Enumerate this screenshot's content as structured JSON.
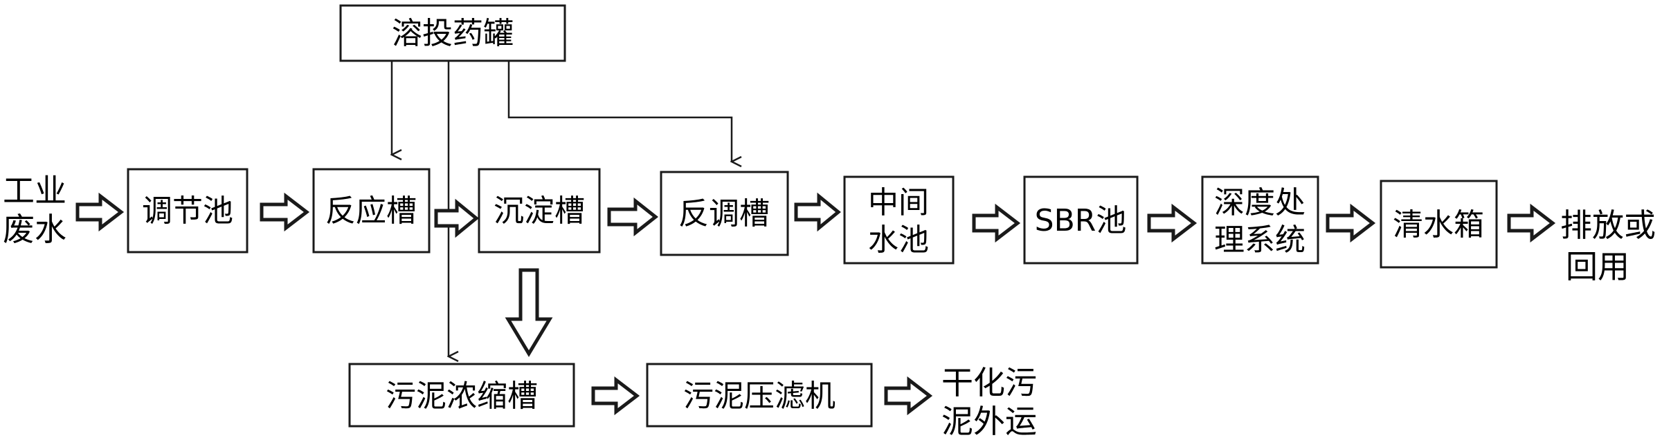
{
  "input": [
    "工业",
    "废水"
  ],
  "dosing_tank": "溶投药罐",
  "process": {
    "regulating_tank": "调节池",
    "reaction_tank": "反应槽",
    "sedimentation_tank": "沉淀槽",
    "readjust_tank": "反调槽",
    "intermediate_pool": [
      "中间",
      "水池"
    ],
    "sbr_tank": "SBR池",
    "advanced_treatment": [
      "深度处",
      "理系统"
    ],
    "clear_water_tank": "清水箱"
  },
  "output": [
    "排放或",
    "回用"
  ],
  "sludge": {
    "thickening_tank": "污泥浓缩槽",
    "filter_press": "污泥压滤机",
    "disposal": [
      "干化污",
      "泥外运"
    ]
  }
}
